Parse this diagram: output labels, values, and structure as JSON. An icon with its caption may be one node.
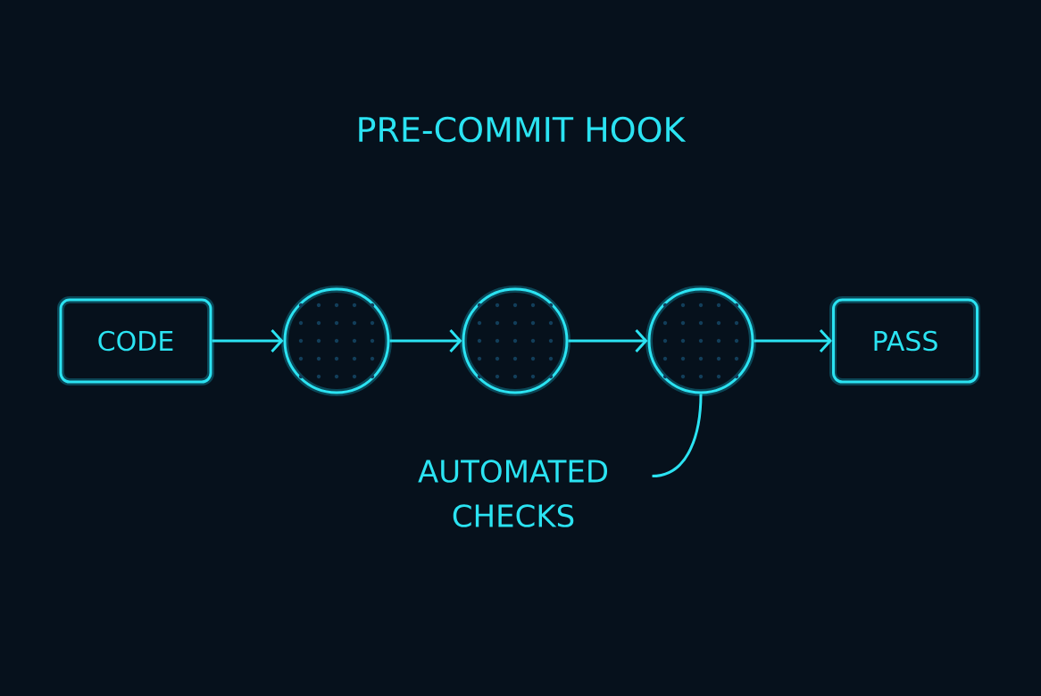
{
  "diagram": {
    "title": "PRE-COMMIT HOOK",
    "nodes": [
      {
        "text": [
          "CODE"
        ]
      },
      {
        "text": [],
        "shape": "circle"
      },
      {
        "text": [],
        "shape": "circle"
      },
      {
        "text": [],
        "shape": "circle"
      },
      {
        "text": [
          "PASS"
        ]
      },
      {
        "text": [
          "AUTOMATED CHECKS"
        ]
      }
    ],
    "edges": [
      {
        "from": 0,
        "to": 1,
        "arrow": "to"
      },
      {
        "from": 1,
        "to": 2,
        "arrow": "to"
      },
      {
        "from": 2,
        "to": 3,
        "arrow": "to"
      },
      {
        "from": 3,
        "to": 4,
        "arrow": "to"
      },
      {
        "from": 5,
        "to": 3,
        "arrow": "none"
      }
    ]
  }
}
